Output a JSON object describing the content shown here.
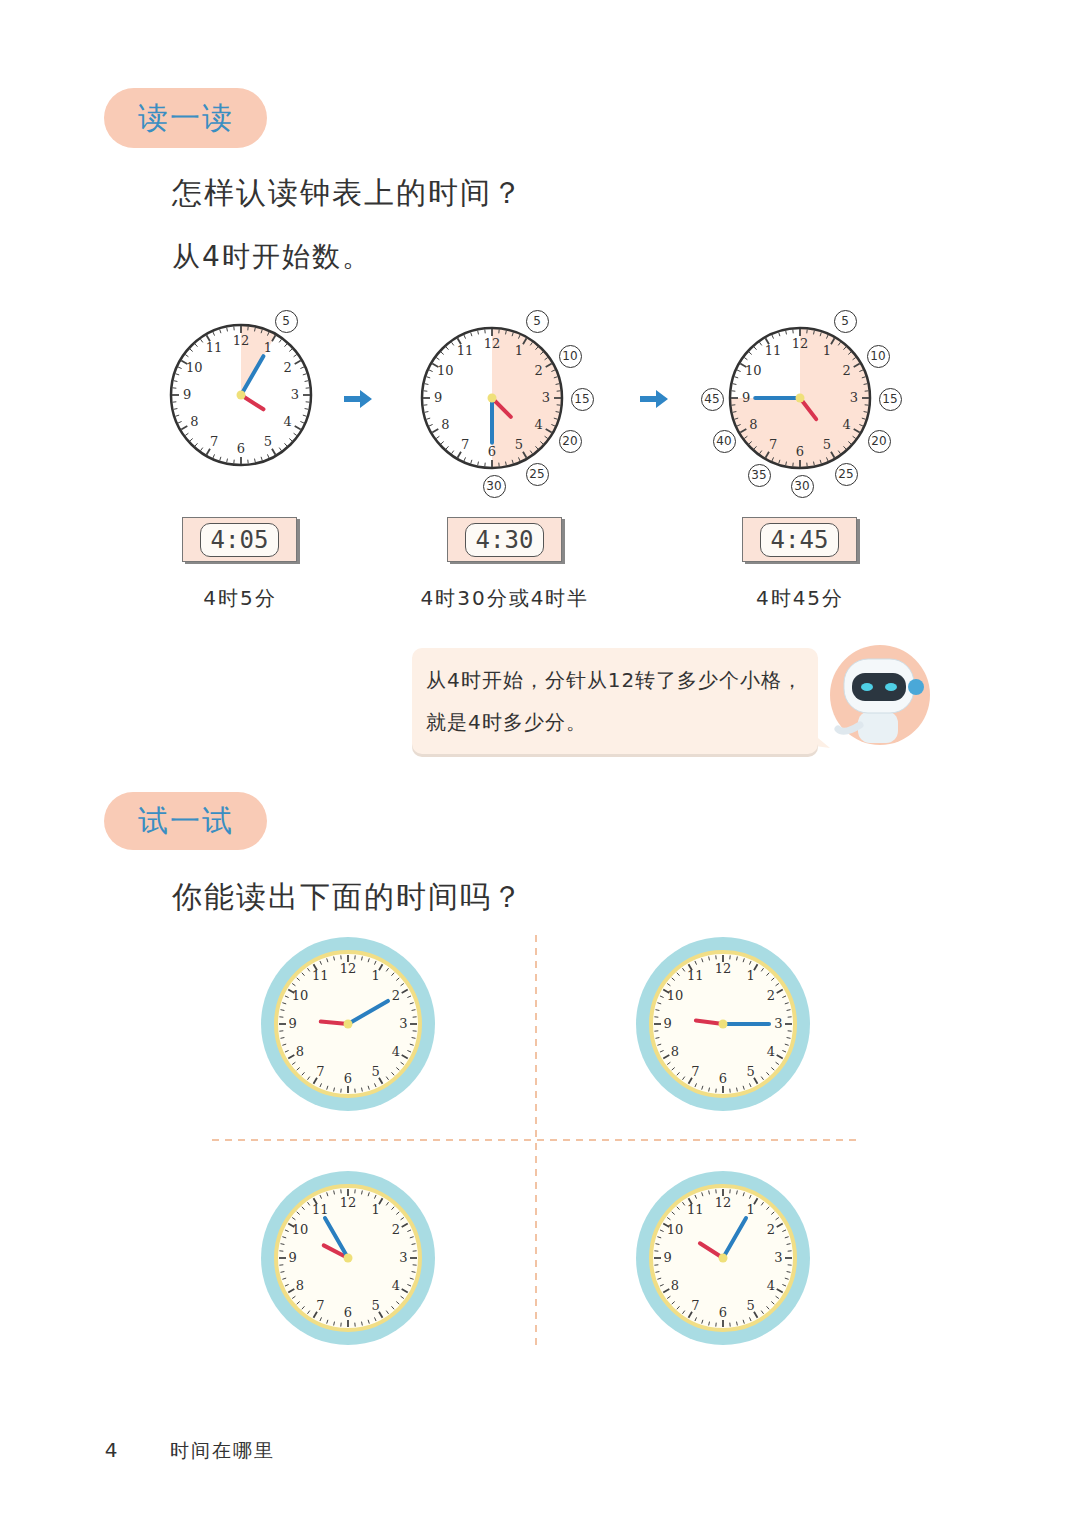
{
  "diagram": {
    "nodes": [
      {
        "text": [
          "读一读"
        ]
      },
      {
        "text": [
          "5"
        ]
      },
      {
        "text": [
          "5"
        ]
      },
      {
        "text": [
          "10"
        ]
      },
      {
        "text": [
          "15"
        ]
      },
      {
        "text": [
          "20"
        ]
      },
      {
        "text": [
          "25"
        ]
      },
      {
        "text": [
          "30"
        ]
      },
      {
        "text": [
          "5"
        ]
      },
      {
        "text": [
          "10"
        ]
      },
      {
        "text": [
          "15"
        ]
      },
      {
        "text": [
          "20"
        ]
      },
      {
        "text": [
          "25"
        ]
      },
      {
        "text": [
          "30"
        ]
      },
      {
        "text": [
          "35"
        ]
      },
      {
        "text": [
          "40"
        ]
      },
      {
        "text": [
          "45"
        ]
      },
      {
        "text": [
          "4:05"
        ]
      },
      {
        "text": [
          "4:30"
        ]
      },
      {
        "text": [
          "4:45"
        ]
      },
      {
        "text": [
          "从4时开始，分针从12转了多少个小格，就是4时多少分。"
        ]
      },
      {
        "text": [
          "试一试"
        ]
      }
    ],
    "labels": [
      "怎样认读钟表上的时间？",
      "从4时开始数。",
      "12",
      "1",
      "2",
      "3",
      "4",
      "5",
      "6",
      "7",
      "8",
      "9",
      "10",
      "11",
      "12",
      "1",
      "2",
      "3",
      "4",
      "5",
      "6",
      "7",
      "8",
      "9",
      "10",
      "11",
      "12",
      "1",
      "2",
      "3",
      "4",
      "5",
      "6",
      "7",
      "8",
      "9",
      "10",
      "11",
      "4时5分",
      "4时30分或4时半",
      "4时45分",
      "你能读出下面的时间吗？",
      "12",
      "1",
      "2",
      "3",
      "4",
      "5",
      "6",
      "7",
      "8",
      "9",
      "10",
      "11",
      "12",
      "1",
      "2",
      "3",
      "4",
      "5",
      "6",
      "7",
      "8",
      "9",
      "10",
      "11",
      "12",
      "1",
      "2",
      "3",
      "4",
      "5",
      "6",
      "7",
      "8",
      "9",
      "10",
      "11",
      "12",
      "1",
      "2",
      "3",
      "4",
      "5",
      "6",
      "7",
      "8",
      "9",
      "10",
      "11",
      "4",
      "时间在哪里"
    ]
  }
}
